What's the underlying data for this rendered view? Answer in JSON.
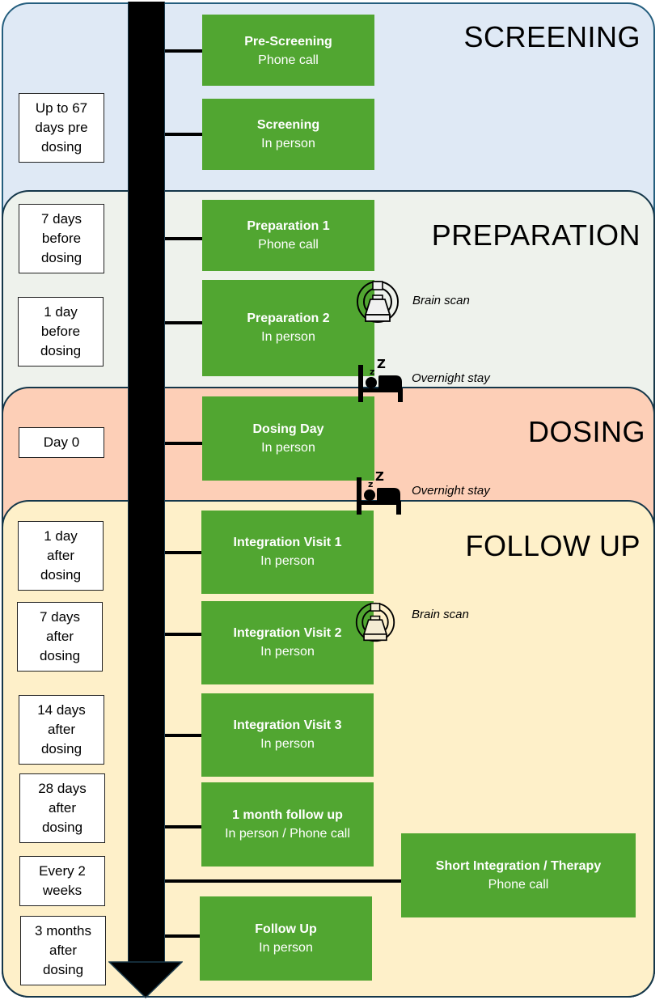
{
  "phases": {
    "screening": "SCREENING",
    "preparation": "PREPARATION",
    "dosing": "DOSING",
    "followup": "FOLLOW UP"
  },
  "time_labels": [
    "Up to 67\ndays pre\ndosing",
    "7 days\nbefore\ndosing",
    "1 day\nbefore\ndosing",
    "Day 0",
    "1 day\nafter\ndosing",
    "7 days\nafter\ndosing",
    "14 days\nafter\ndosing",
    "28 days\nafter\ndosing",
    "Every 2\nweeks",
    "3 months\nafter\ndosing"
  ],
  "events": [
    {
      "title": "Pre-Screening",
      "mode": "Phone call"
    },
    {
      "title": "Screening",
      "mode": "In person"
    },
    {
      "title": "Preparation 1",
      "mode": "Phone call"
    },
    {
      "title": "Preparation 2",
      "mode": "In person"
    },
    {
      "title": "Dosing Day",
      "mode": "In person"
    },
    {
      "title": "Integration Visit 1",
      "mode": "In person"
    },
    {
      "title": "Integration Visit 2",
      "mode": "In person"
    },
    {
      "title": "Integration Visit 3",
      "mode": "In person"
    },
    {
      "title": "1 month follow up",
      "mode": "In person / Phone call"
    },
    {
      "title": "Short Integration / Therapy",
      "mode": "Phone call"
    },
    {
      "title": "Follow Up",
      "mode": "In person"
    }
  ],
  "annotations": {
    "brain_scan": "Brain scan",
    "overnight_stay": "Overnight stay"
  },
  "icons": {
    "scanner": "mri-scanner-icon",
    "bed": "sleeping-bed-icon"
  },
  "colors": {
    "event_green": "#51a631",
    "screening_bg": "#dfe9f5",
    "preparation_bg": "#eef2ec",
    "dosing_bg": "#fdcfb7",
    "followup_bg": "#fef0c9",
    "timeline": "#000000"
  }
}
